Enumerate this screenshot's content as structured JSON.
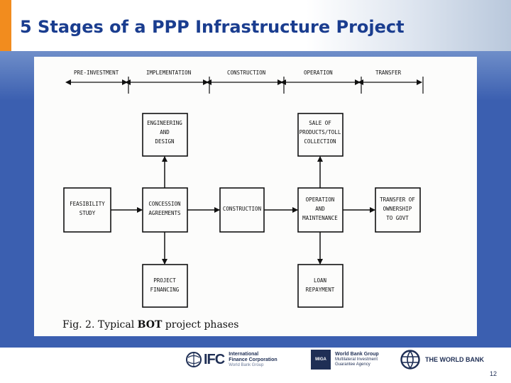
{
  "slide": {
    "title": "5 Stages of a PPP Infrastructure Project",
    "page_number": "12"
  },
  "diagram": {
    "phases": [
      "PRE-INVESTMENT",
      "IMPLEMENTATION",
      "CONSTRUCTION",
      "OPERATION",
      "TRANSFER"
    ],
    "boxes": {
      "engineering": [
        "ENGINEERING",
        "AND",
        "DESIGN"
      ],
      "feasibility": [
        "FEASIBILITY",
        "STUDY"
      ],
      "concession": [
        "CONCESSION",
        "AGREEMENTS"
      ],
      "financing": [
        "PROJECT",
        "FINANCING"
      ],
      "construction": [
        "CONSTRUCTION"
      ],
      "sale": [
        "SALE OF",
        "PRODUCTS/TOLL",
        "COLLECTION"
      ],
      "operation": [
        "OPERATION",
        "AND",
        "MAINTENANCE"
      ],
      "loan": [
        "LOAN",
        "REPAYMENT"
      ],
      "transfer": [
        "TRANSFER OF",
        "OWNERSHIP",
        "TO GOVT"
      ]
    },
    "caption_prefix": "Fig. 2. Typical ",
    "caption_bold": "BOT",
    "caption_suffix": " project phases"
  },
  "footer": {
    "ifc": {
      "mark": "IFC",
      "name_line1": "International",
      "name_line2": "Finance Corporation",
      "tagline": "World Bank Group"
    },
    "miga": {
      "mark": "MIGA",
      "name_line1": "World Bank Group",
      "name_line2": "Multilateral Investment",
      "name_line3": "Guarantee Agency"
    },
    "worldbank": {
      "name": "THE WORLD BANK"
    }
  }
}
